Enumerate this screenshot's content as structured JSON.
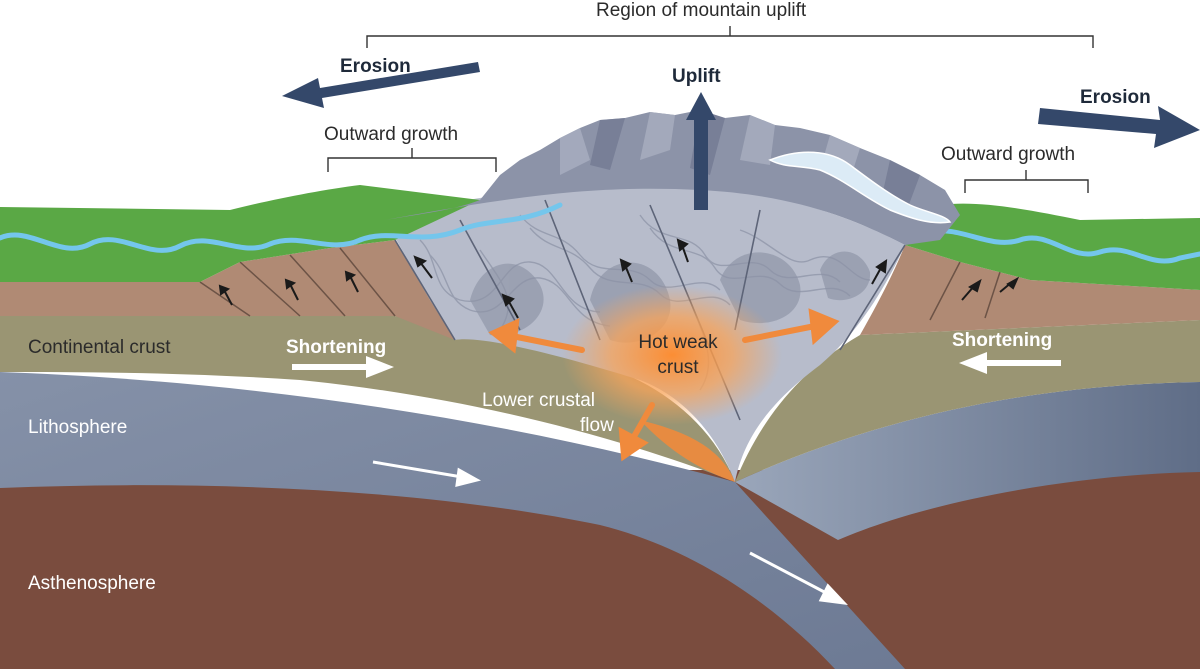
{
  "labels": {
    "region": "Region of mountain uplift",
    "erosion_left": "Erosion",
    "erosion_right": "Erosion",
    "uplift": "Uplift",
    "outward_left": "Outward growth",
    "outward_right": "Outward growth",
    "continental_crust": "Continental crust",
    "shortening_left": "Shortening",
    "shortening_right": "Shortening",
    "hot_weak_1": "Hot weak",
    "hot_weak_2": "crust",
    "lower_flow_1": "Lower crustal",
    "lower_flow_2": "flow",
    "lithosphere": "Lithosphere",
    "asthenosphere": "Asthenosphere"
  },
  "colors": {
    "asthenosphere": "#7a4c3e",
    "lithosphere": "#7d8aa0",
    "continental_crust": "#9a9573",
    "foreland_soil": "#b08a74",
    "vegetation": "#5aa845",
    "river": "#6ec3e8",
    "mountain_rock": "#8c93a8",
    "orogen_core": "#b7bccb",
    "hot_crust": "#f39a4a",
    "arrow_navy": "#34486a",
    "orange_arrow": "#f08a3c"
  }
}
